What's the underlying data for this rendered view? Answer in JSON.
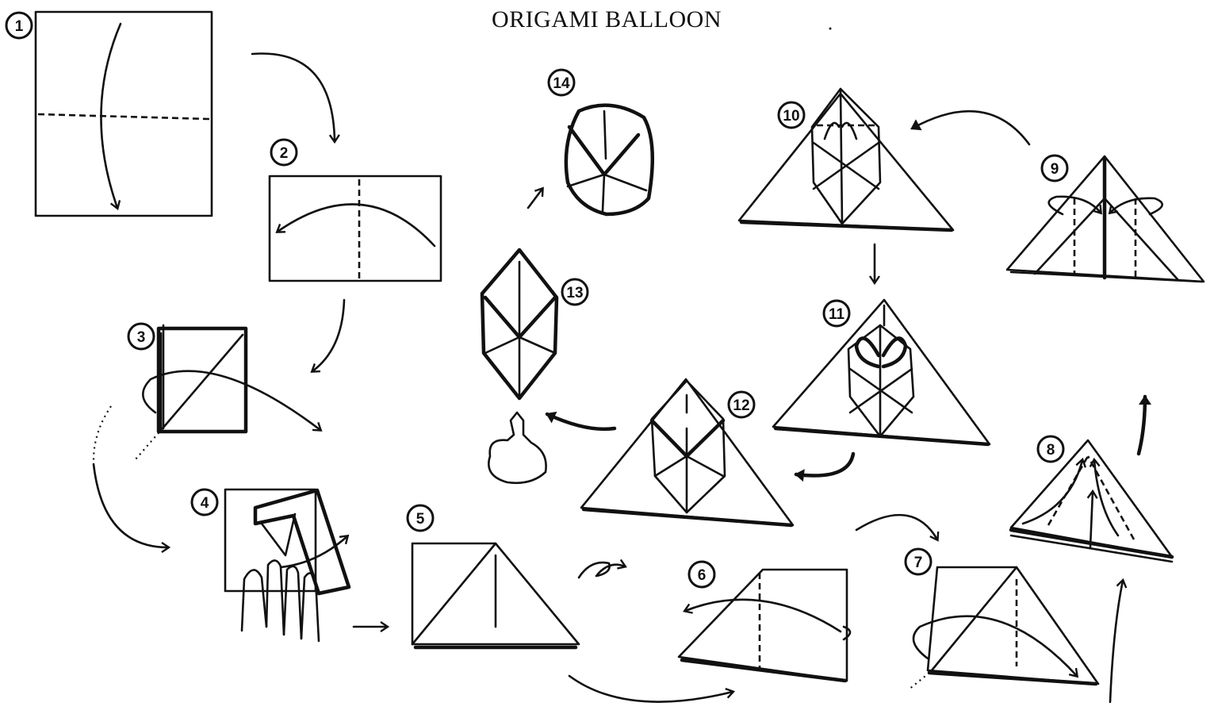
{
  "title": "ORIGAMI BALLOON",
  "steps": [
    {
      "label": "1"
    },
    {
      "label": "2"
    },
    {
      "label": "3"
    },
    {
      "label": "4"
    },
    {
      "label": "5"
    },
    {
      "label": "6"
    },
    {
      "label": "7"
    },
    {
      "label": "8"
    },
    {
      "label": "9"
    },
    {
      "label": "10"
    },
    {
      "label": "11"
    },
    {
      "label": "12"
    },
    {
      "label": "13"
    },
    {
      "label": "14"
    }
  ]
}
